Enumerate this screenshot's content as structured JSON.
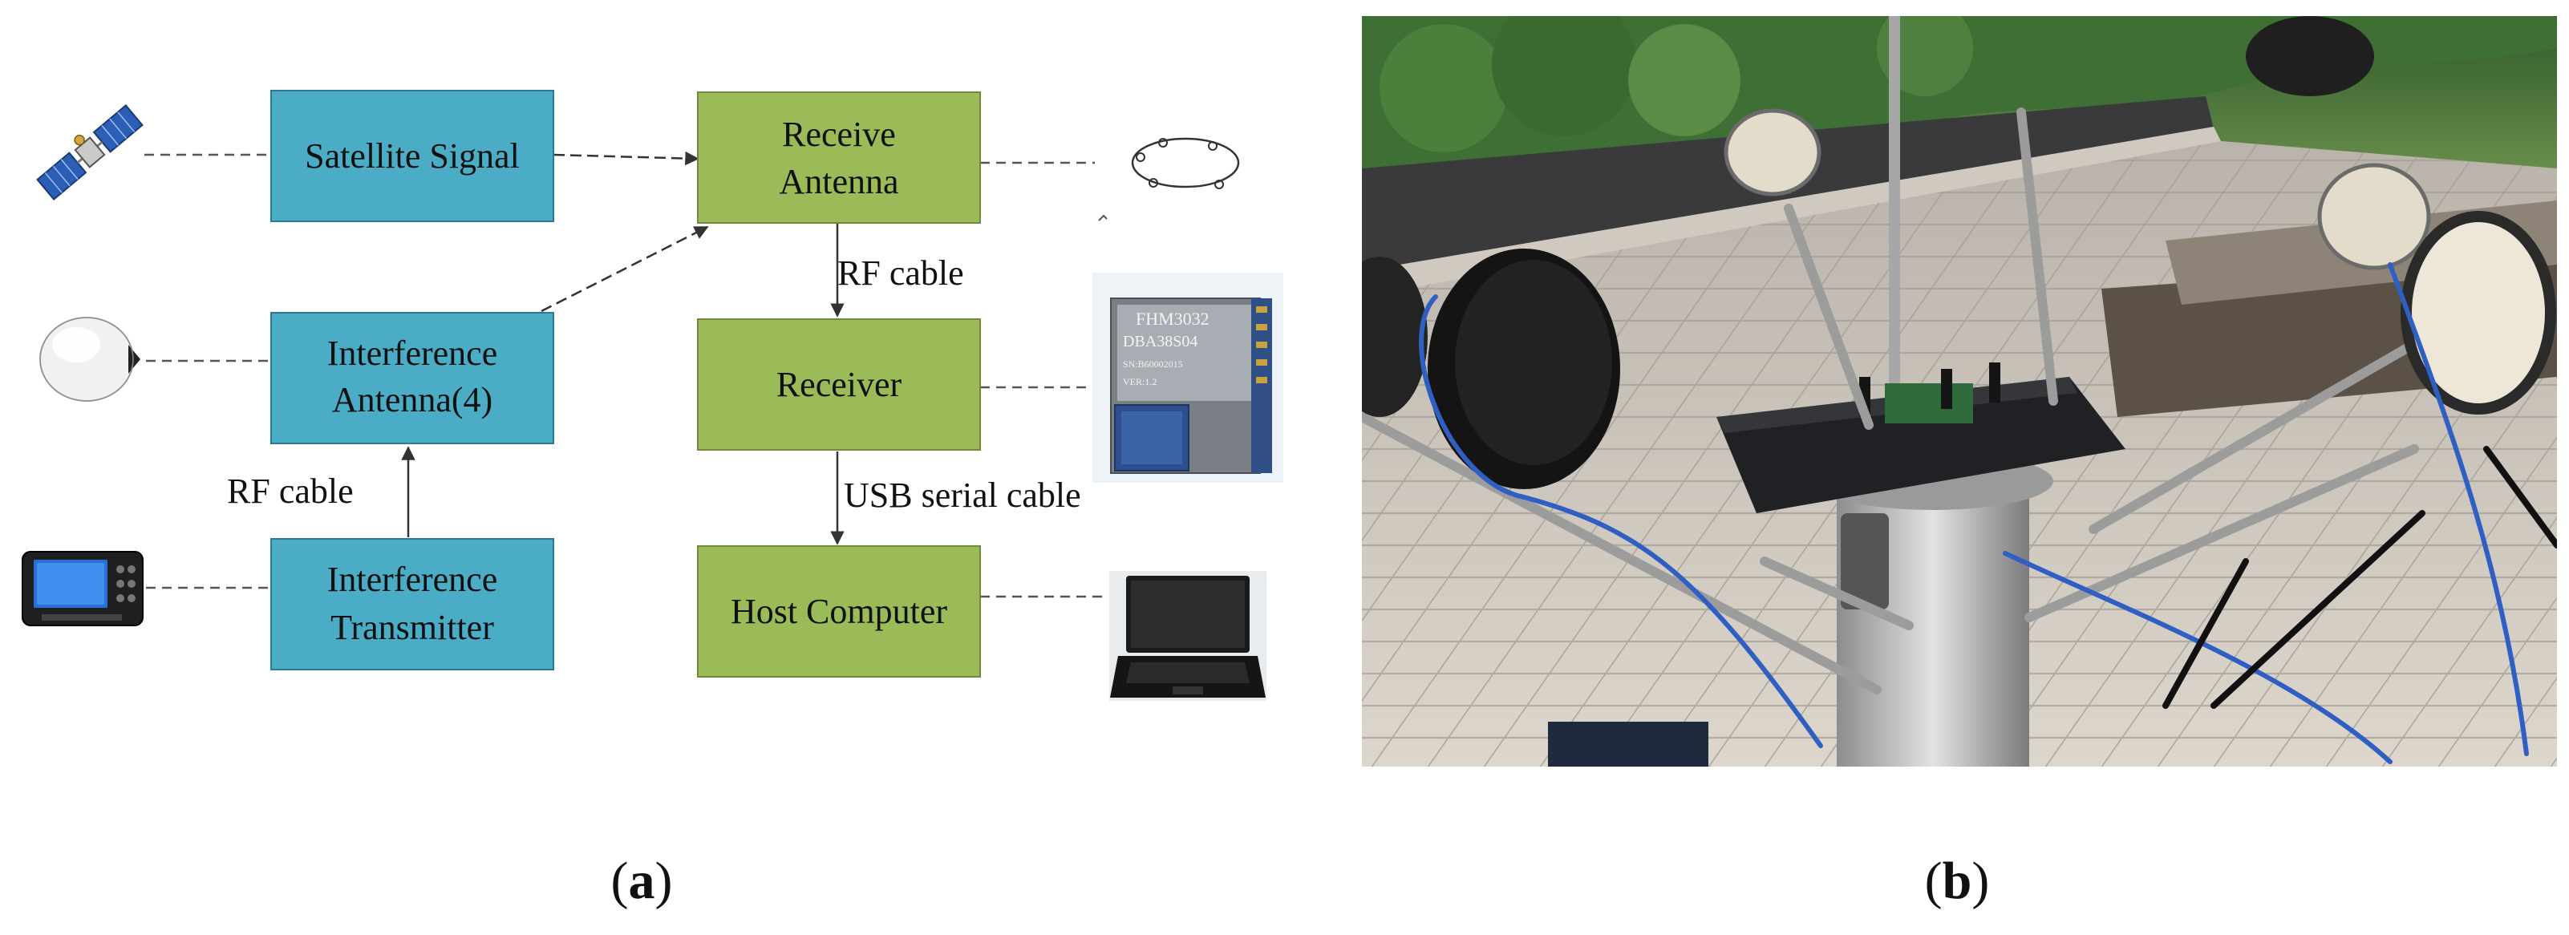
{
  "colors": {
    "blue_box_fill": "#4bacc6",
    "blue_box_stroke": "#2a7b92",
    "green_box_fill": "#9bbb59",
    "green_box_stroke": "#6e8a3a",
    "connector": "#333333"
  },
  "diagram": {
    "boxes": [
      {
        "id": "satellite-signal",
        "lines": [
          "Satellite Signal"
        ],
        "color": "blue"
      },
      {
        "id": "interference-antenna",
        "lines": [
          "Interference",
          "Antenna(4)"
        ],
        "color": "blue"
      },
      {
        "id": "interference-transmitter",
        "lines": [
          "Interference",
          "Transmitter"
        ],
        "color": "blue"
      },
      {
        "id": "receive-antenna",
        "lines": [
          "Receive",
          "Antenna"
        ],
        "color": "green"
      },
      {
        "id": "receiver",
        "lines": [
          "Receiver"
        ],
        "color": "green"
      },
      {
        "id": "host-computer",
        "lines": [
          "Host Computer"
        ],
        "color": "green"
      }
    ],
    "edge_labels": {
      "rf_cable_right": "RF cable",
      "usb_cable": "USB serial cable",
      "rf_cable_left": "RF cable"
    },
    "module_chip_text": [
      "FHM3032",
      "DBA38S04",
      "SN:B60002015",
      "VER:1.2"
    ],
    "icons": [
      "satellite-icon",
      "interference-antenna-dome-icon",
      "handheld-signal-generator-icon",
      "antenna-ring-icon",
      "gnss-receiver-module-icon",
      "laptop-icon"
    ]
  },
  "photo": {
    "description_icon": "rooftop-antenna-setup-photo"
  },
  "panel_labels": {
    "a": "(a)",
    "b": "(b)",
    "a_letter": "a",
    "b_letter": "b"
  }
}
